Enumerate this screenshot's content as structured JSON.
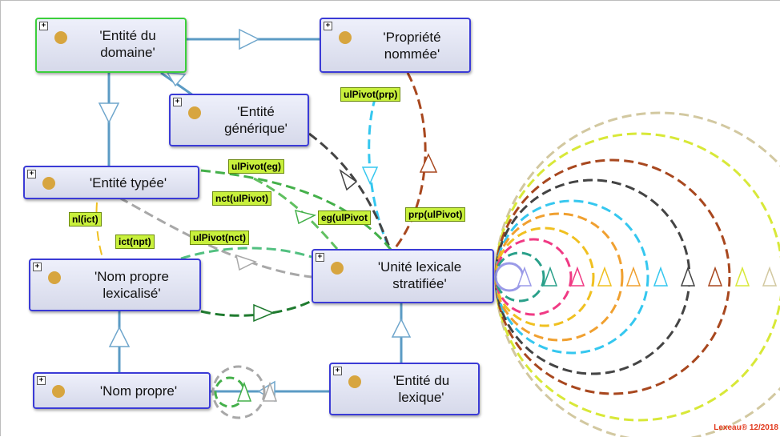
{
  "expand_glyph": "+",
  "nodes": {
    "entite_domaine": "'Entité du\ndomaine'",
    "propriete_nommee": "'Propriété\nnommée'",
    "entite_generique": "'Entité\ngénérique'",
    "entite_typee": "'Entité typée'",
    "nom_propre_lexicalise": "'Nom propre\nlexicalisé'",
    "unite_lexicale": "'Unité lexicale\nstratifiée'",
    "nom_propre": "'Nom propre'",
    "entite_lexique": "'Entité du\nlexique'"
  },
  "edge_labels": {
    "ulpivot_prp": "ulPivot(prp)",
    "ulpivot_eg": "ulPivot(eg)",
    "nct_ulpivot": "nct(ulPivot)",
    "eg_ulpivot": "eg(ulPivot",
    "prp_ulpivot": "prp(ulPivot)",
    "nl_ict": "nl(ict)",
    "ict_npt": "ict(npt)",
    "ulpivot_nct": "ulPivot(nct)"
  },
  "watermark": "Lexeau® 12/2018",
  "colors": {
    "node_border": "#3b3bd6",
    "selected_border": "#3ccf3c",
    "subclass_edge": "#5b9bc4",
    "node_icon": "#d7a53f",
    "tag_bg": "#c8f03c",
    "watermark": "#e23a1e"
  }
}
